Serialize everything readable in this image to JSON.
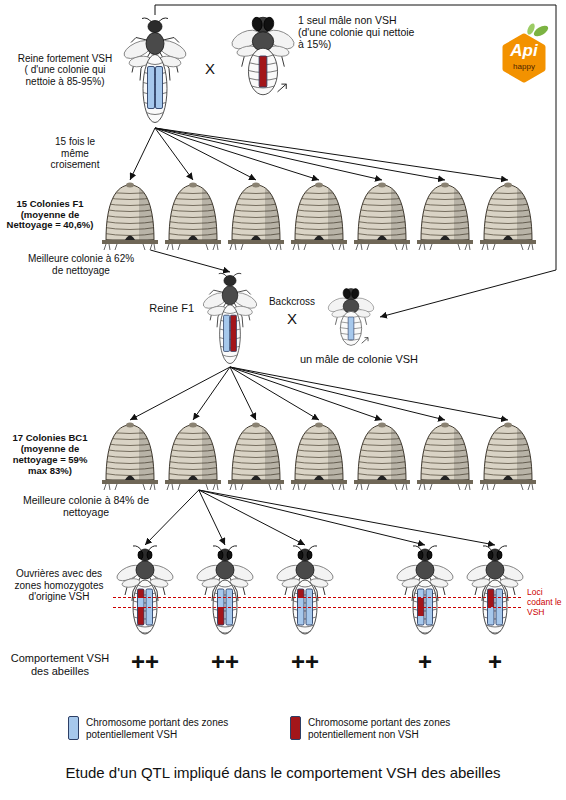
{
  "diagram": {
    "caption": "Etude d'un QTL impliqué dans le comportement VSH des abeilles",
    "nodes": [
      {
        "text": [
          "Reine fortement VSH ( d'une colonie qui nettoie à 85-95%)"
        ]
      },
      {
        "text": [
          "1 seul mâle non VSH (d'une colonie qui nettoie à 15%)"
        ]
      },
      {
        "text": [
          "15 Colonies F1 (moyenne de Nettoyage = 40,6%)",
          "Meilleure colonie à 62% de nettoyage"
        ]
      },
      {
        "text": []
      },
      {
        "text": []
      },
      {
        "text": []
      },
      {
        "text": []
      },
      {
        "text": []
      },
      {
        "text": []
      },
      {
        "text": [
          "Reine F1"
        ]
      },
      {
        "text": [
          "un mâle de colonie VSH"
        ]
      },
      {
        "text": [
          "17 Colonies BC1 (moyenne de nettoyage = 59% max 83%)"
        ]
      },
      {
        "text": [
          "Meilleure colonie à 84% de nettoyage"
        ]
      },
      {
        "text": []
      },
      {
        "text": []
      },
      {
        "text": []
      },
      {
        "text": []
      },
      {
        "text": []
      },
      {
        "text": [
          "++"
        ]
      },
      {
        "text": [
          "++"
        ]
      },
      {
        "text": [
          "++"
        ]
      },
      {
        "text": [
          "+"
        ]
      },
      {
        "text": [
          "+"
        ]
      }
    ],
    "edges": [
      {
        "from": 0,
        "to": 2,
        "arrow": "to"
      },
      {
        "from": 0,
        "to": 3,
        "arrow": "to"
      },
      {
        "from": 0,
        "to": 4,
        "arrow": "to"
      },
      {
        "from": 0,
        "to": 5,
        "arrow": "to"
      },
      {
        "from": 0,
        "to": 6,
        "arrow": "to"
      },
      {
        "from": 0,
        "to": 7,
        "arrow": "to"
      },
      {
        "from": 0,
        "to": 8,
        "arrow": "to"
      },
      {
        "from": 2,
        "to": 9,
        "arrow": "to"
      },
      {
        "from": 0,
        "to": 10,
        "arrow": "to"
      },
      {
        "from": 9,
        "to": 11,
        "arrow": "to"
      },
      {
        "from": 9,
        "to": 12,
        "arrow": "to"
      },
      {
        "from": 9,
        "to": 13,
        "arrow": "to"
      },
      {
        "from": 9,
        "to": 14,
        "arrow": "to"
      },
      {
        "from": 9,
        "to": 15,
        "arrow": "to"
      },
      {
        "from": 9,
        "to": 16,
        "arrow": "to"
      },
      {
        "from": 9,
        "to": 17,
        "arrow": "to"
      },
      {
        "from": 12,
        "to": 18,
        "arrow": "to"
      },
      {
        "from": 12,
        "to": 19,
        "arrow": "to"
      },
      {
        "from": 12,
        "to": 20,
        "arrow": "to"
      },
      {
        "from": 12,
        "to": 21,
        "arrow": "to"
      },
      {
        "from": 12,
        "to": 22,
        "arrow": "to"
      }
    ],
    "labels": [
      "X",
      "Api",
      "happy",
      "15 fois le même croisement",
      "Backcross",
      "X",
      "Ouvrières avec des zones homozygotes d'origine VSH",
      "Loci codant le VSH",
      "Comportement VSH des abeilles"
    ],
    "legend": [
      {
        "text": "Chromosome portant des zones potentiellement VSH",
        "color": "#a6c8ec"
      },
      {
        "text": "Chromosome portant des zones potentiellement non VSH",
        "color": "#a3161a"
      }
    ]
  }
}
